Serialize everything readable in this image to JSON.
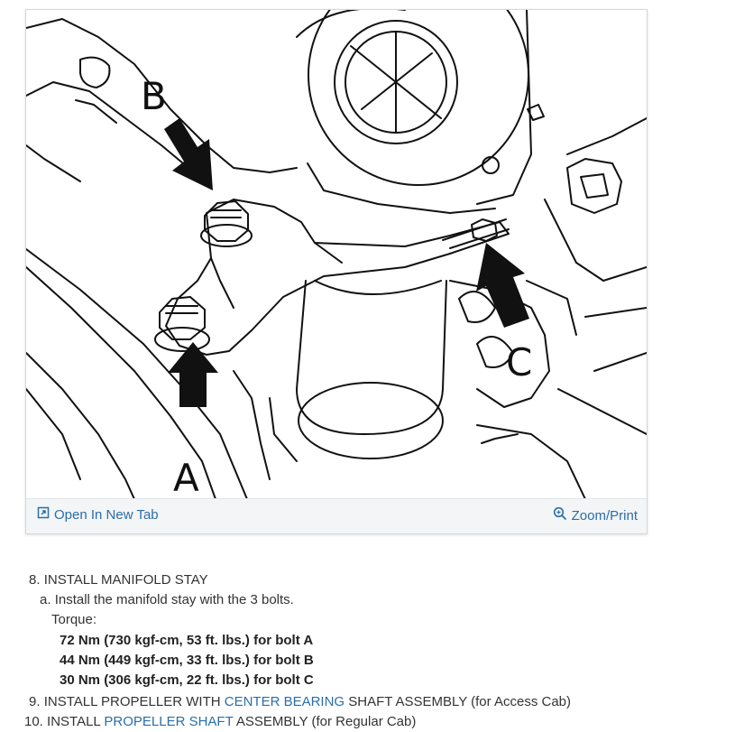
{
  "figure": {
    "callouts": {
      "a": "A",
      "b": "B",
      "c": "C"
    },
    "open_tab_label": "Open In New Tab",
    "zoom_label": "Zoom/Print"
  },
  "steps": {
    "step8": {
      "num": "8.",
      "text": "INSTALL MANIFOLD STAY"
    },
    "step8a": {
      "num": "a.",
      "text": "Install the manifold stay with the 3 bolts."
    },
    "torque_label": "Torque:",
    "torques": [
      "72 Nm (730 kgf-cm, 53 ft. lbs.) for bolt A",
      "44 Nm (449 kgf-cm, 33 ft. lbs.) for bolt B",
      "30 Nm (306 kgf-cm, 22 ft. lbs.) for bolt C"
    ],
    "step9": {
      "num": "9.",
      "prefix": "INSTALL PROPELLER WITH ",
      "link": "CENTER BEARING",
      "suffix": " SHAFT ASSEMBLY (for Access Cab)"
    },
    "step10": {
      "num": "10.",
      "prefix": "INSTALL ",
      "link": "PROPELLER SHAFT",
      "suffix": " ASSEMBLY (for Regular Cab)"
    }
  }
}
